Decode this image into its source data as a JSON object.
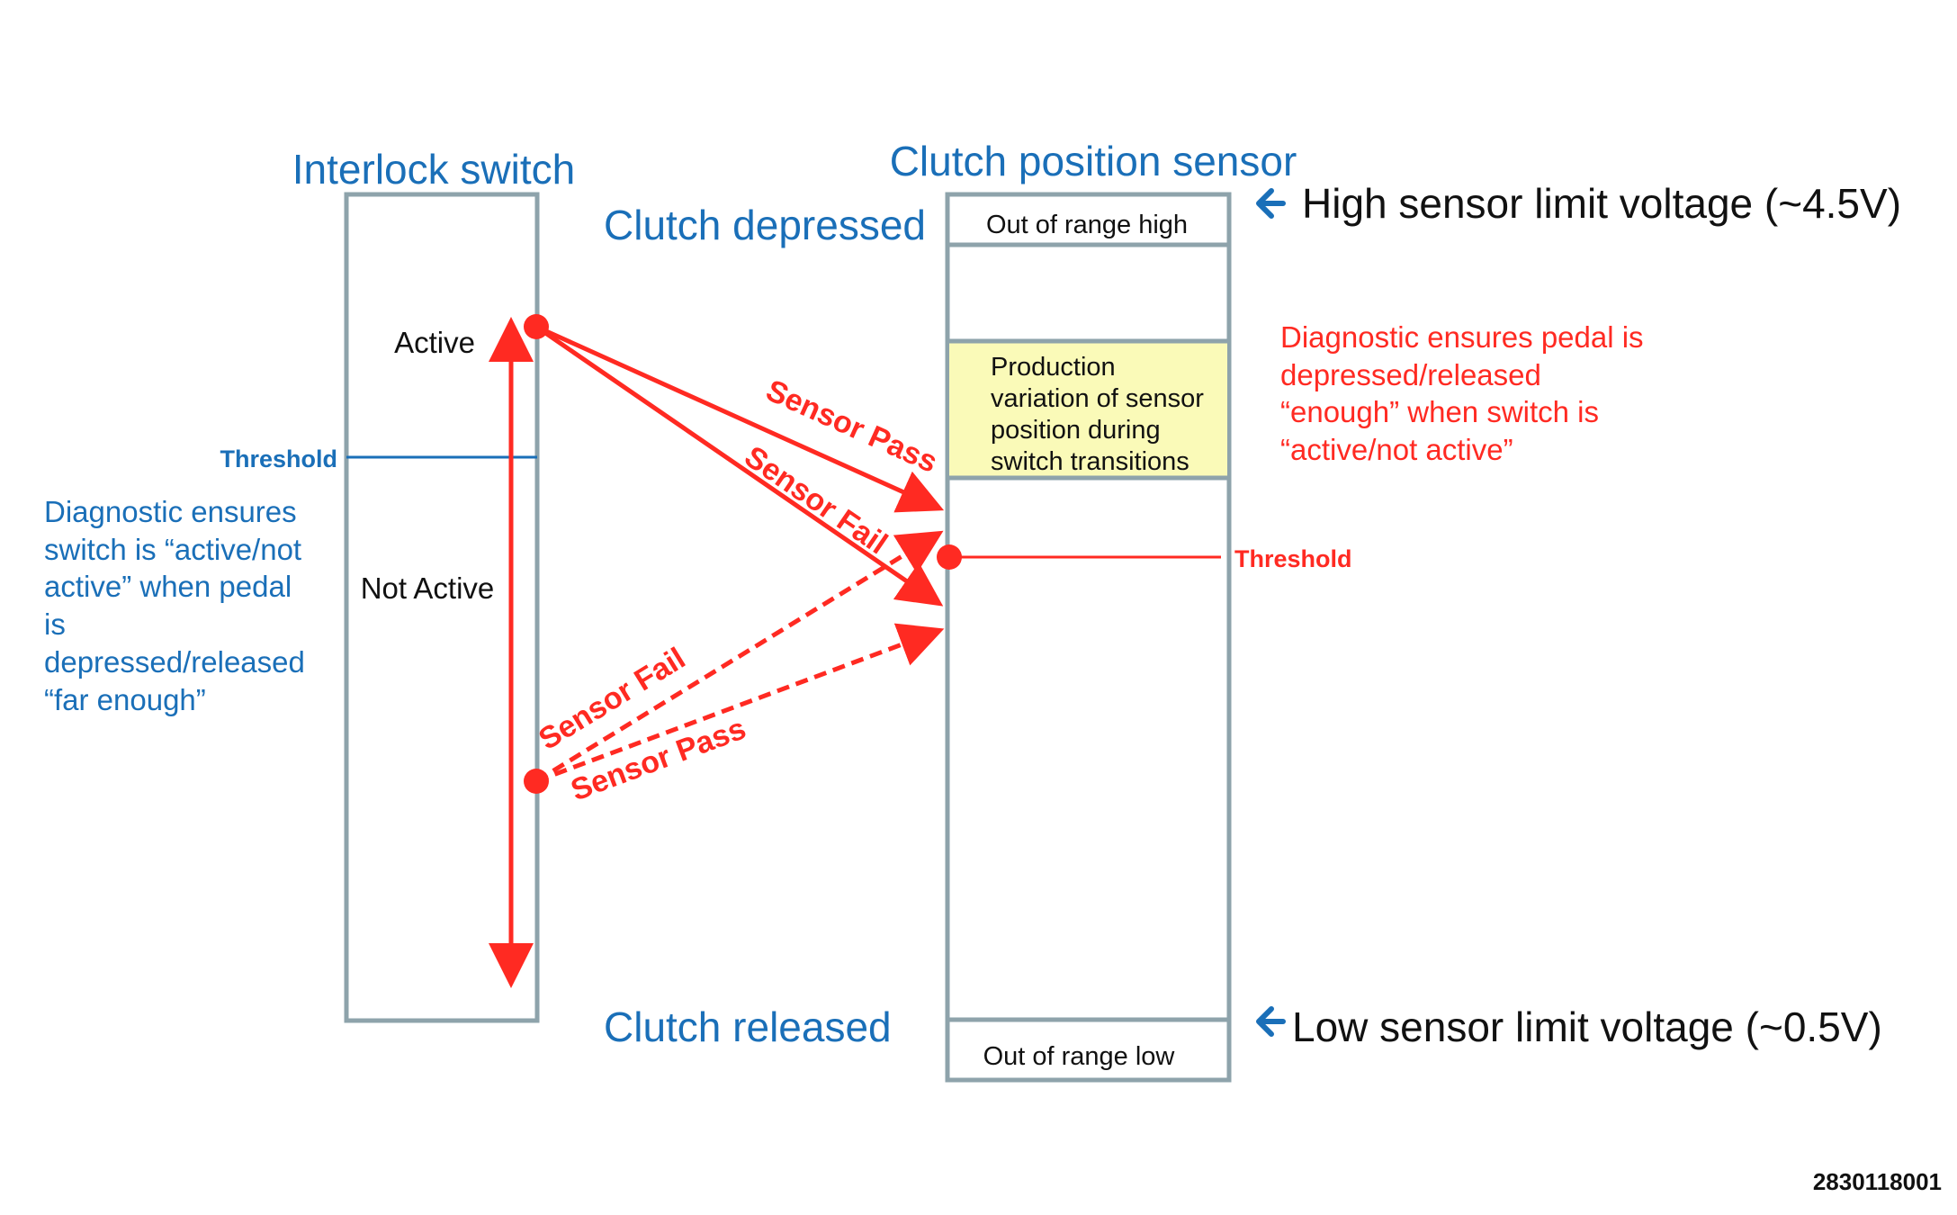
{
  "interlock_switch": {
    "title": "Interlock switch",
    "active_label": "Active",
    "not_active_label": "Not Active",
    "threshold_label": "Threshold"
  },
  "clutch_sensor": {
    "title": "Clutch position sensor",
    "out_of_range_high": "Out of range high",
    "out_of_range_low": "Out of range low",
    "production_variation": [
      "Production",
      "variation of sensor",
      "position during",
      "switch transitions"
    ],
    "threshold_label": "Threshold"
  },
  "pedal_states": {
    "depressed": "Clutch depressed",
    "released": "Clutch released"
  },
  "voltage_limits": {
    "high": "High sensor limit voltage (~4.5V)",
    "low": "Low sensor limit voltage (~0.5V)"
  },
  "left_note": [
    "Diagnostic ensures",
    "switch is “active/not",
    "active” when pedal",
    "is",
    "depressed/released",
    "“far enough”"
  ],
  "right_note": [
    "Diagnostic ensures pedal is",
    "depressed/released",
    "“enough” when switch is",
    "“active/not active”"
  ],
  "arrows": {
    "solid_pass": "Sensor Pass",
    "solid_fail": "Sensor Fail",
    "dashed_fail": "Sensor Fail",
    "dashed_pass": "Sensor Pass"
  },
  "figure_id": "2830118001",
  "colors": {
    "box_border": "#8ea3ab",
    "title_blue": "#1a6fb8",
    "alert_red": "#ff2a22",
    "variation_fill": "#fafab8"
  }
}
